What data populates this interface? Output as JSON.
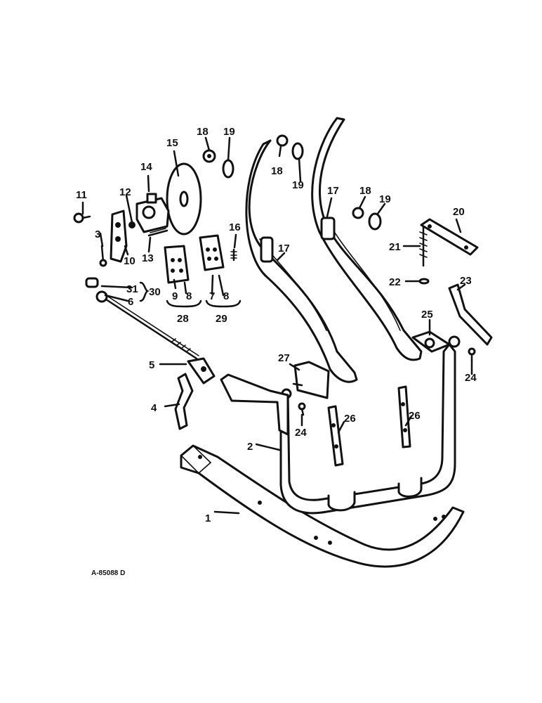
{
  "drawing_code": "A-85088 D",
  "callouts": {
    "c1": "1",
    "c2": "2",
    "c3": "3",
    "c4": "4",
    "c5": "5",
    "c6": "6",
    "c7": "7",
    "c8a": "8",
    "c8b": "8",
    "c9": "9",
    "c10": "10",
    "c11": "11",
    "c12": "12",
    "c13": "13",
    "c14": "14",
    "c15": "15",
    "c16": "16",
    "c17a": "17",
    "c17b": "17",
    "c18a": "18",
    "c18b": "18",
    "c18c": "18",
    "c19a": "19",
    "c19b": "19",
    "c19c": "19",
    "c20": "20",
    "c21": "21",
    "c22": "22",
    "c23": "23",
    "c24a": "24",
    "c24b": "24",
    "c25": "25",
    "c26a": "26",
    "c26b": "26",
    "c27": "27",
    "c28": "28",
    "c29": "29",
    "c30": "30",
    "c31": "31"
  }
}
